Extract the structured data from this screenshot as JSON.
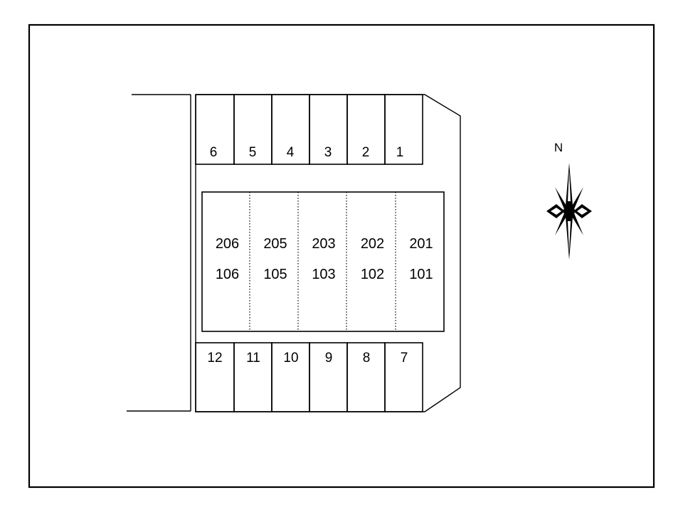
{
  "parking_top": [
    "6",
    "5",
    "4",
    "3",
    "2",
    "1"
  ],
  "parking_bottom": [
    "12",
    "11",
    "10",
    "9",
    "8",
    "7"
  ],
  "units": [
    {
      "upper": "206",
      "lower": "106"
    },
    {
      "upper": "205",
      "lower": "105"
    },
    {
      "upper": "203",
      "lower": "103"
    },
    {
      "upper": "202",
      "lower": "102"
    },
    {
      "upper": "201",
      "lower": "101"
    }
  ],
  "compass": {
    "label": "N",
    "icon": "compass-rose-icon"
  },
  "colors": {
    "line": "#000000",
    "background": "#ffffff"
  }
}
